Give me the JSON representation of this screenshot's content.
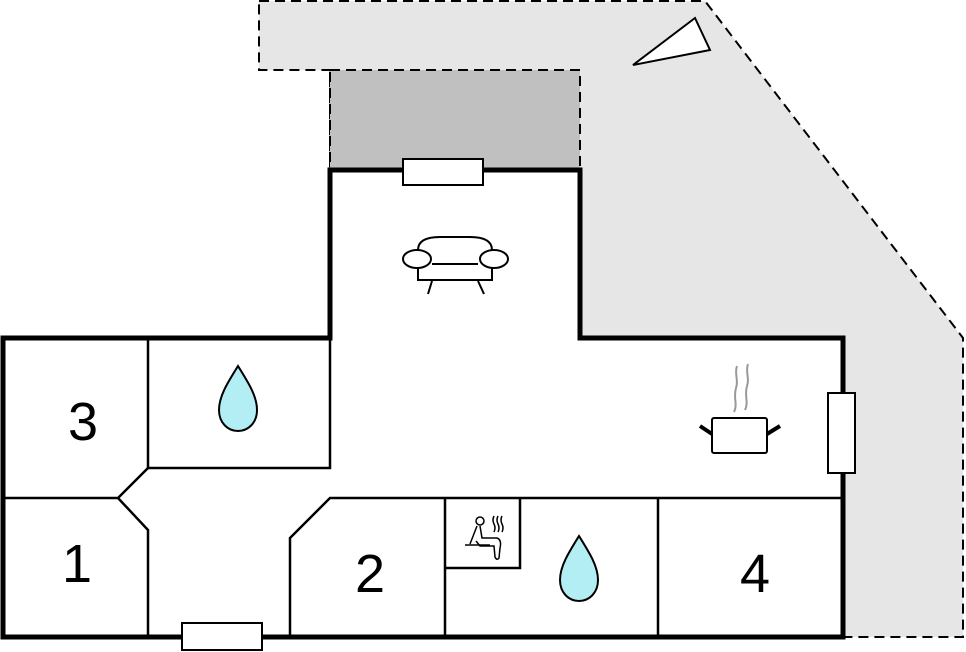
{
  "rooms": [
    {
      "label": "3",
      "type": "bedroom"
    },
    {
      "label": "1",
      "type": "bedroom"
    },
    {
      "label": "2",
      "type": "bedroom"
    },
    {
      "label": "4",
      "type": "bedroom"
    }
  ],
  "icons": [
    "sofa-icon",
    "cooking-pot-icon",
    "water-drop-icon",
    "sauna-icon",
    "north-arrow-icon"
  ],
  "colors": {
    "terrace": "#e6e6e6",
    "covered_terrace": "#c0c0c0",
    "water": "#b3eef5",
    "steam": "#999999",
    "wall": "#000000"
  }
}
